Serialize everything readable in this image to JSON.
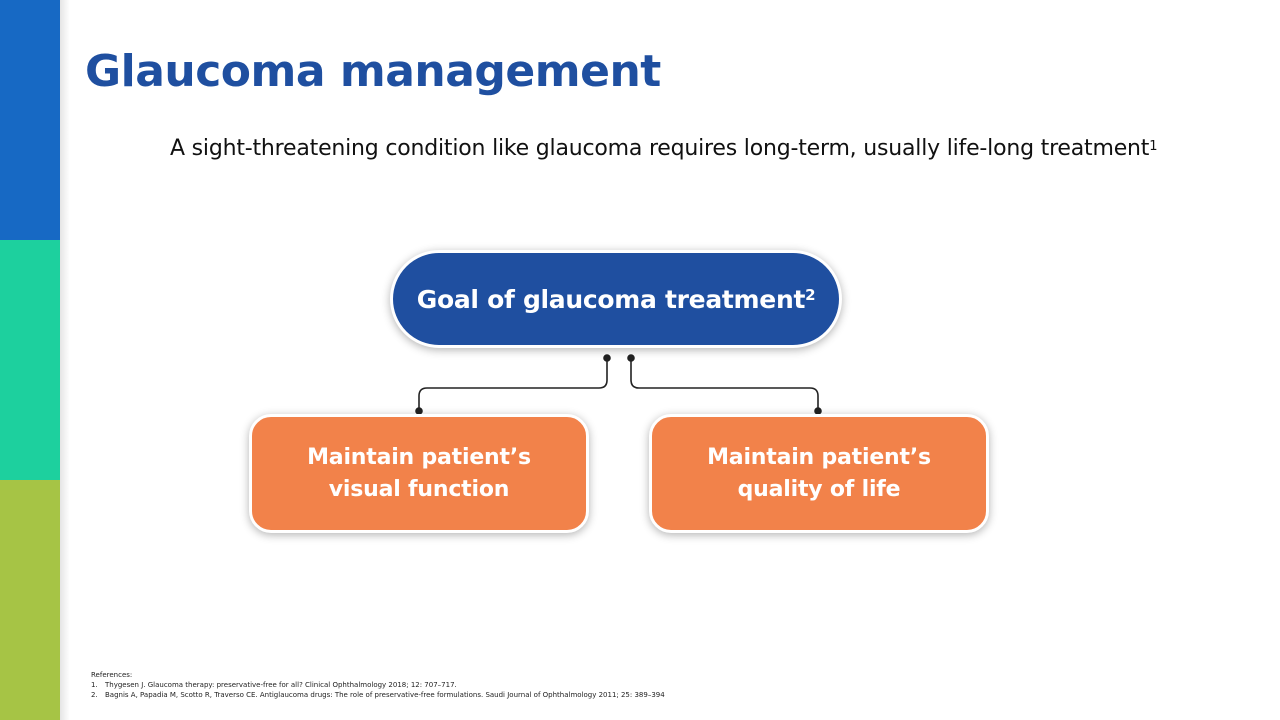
{
  "colors": {
    "band_top": "#1769c4",
    "band_middle": "#1dd09e",
    "band_bottom": "#a6c445",
    "title": "#1f4fa0",
    "goal_box": "#1f4fa0",
    "sub_box": "#f2824a",
    "connector": "#222222"
  },
  "slide": {
    "title": "Glaucoma management",
    "subtitle": "A sight-threatening condition like glaucoma requires long-term, usually life-long treatment",
    "subtitle_ref": "1"
  },
  "diagram": {
    "goal": {
      "label": "Goal of glaucoma treatment",
      "ref": "2"
    },
    "left": {
      "line1": "Maintain patient’s",
      "line2": "visual function"
    },
    "right": {
      "line1": "Maintain patient’s",
      "line2": "quality of life"
    }
  },
  "references": {
    "heading": "References:",
    "items": [
      {
        "num": "1.",
        "text": "Thygesen J. Glaucoma therapy: preservative-free for all? Clinical Ophthalmology 2018; 12: 707–717."
      },
      {
        "num": "2.",
        "text": "Bagnis A, Papadia M, Scotto R, Traverso CE. Antiglaucoma drugs: The role of preservative-free formulations. Saudi Journal of Ophthalmology 2011; 25: 389–394"
      }
    ]
  }
}
